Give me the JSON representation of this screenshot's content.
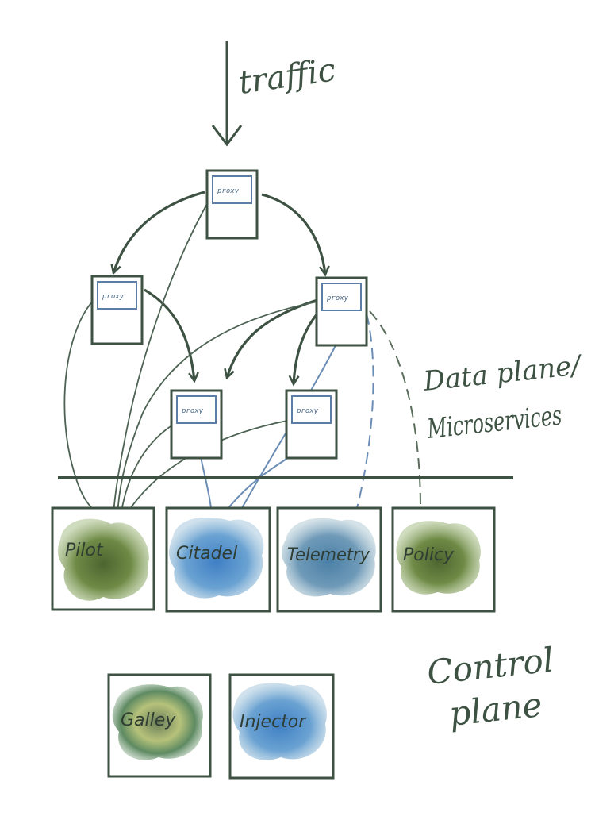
{
  "labels": {
    "traffic": "traffic",
    "data_plane_line1": "Data plane/",
    "data_plane_line2": "Microservices",
    "control_plane_line1": "Control",
    "control_plane_line2": "plane"
  },
  "proxies": [
    "proxy",
    "proxy",
    "proxy",
    "proxy",
    "proxy"
  ],
  "control_components": [
    "Pilot",
    "Citadel",
    "Telemetry",
    "Policy"
  ],
  "extra_components": [
    "Galley",
    "Injector"
  ],
  "colors": {
    "ink": "#3d5242",
    "blue_ink": "#5b7ea6",
    "olive": "#6b7c3a",
    "blue": "#4f86c6"
  }
}
